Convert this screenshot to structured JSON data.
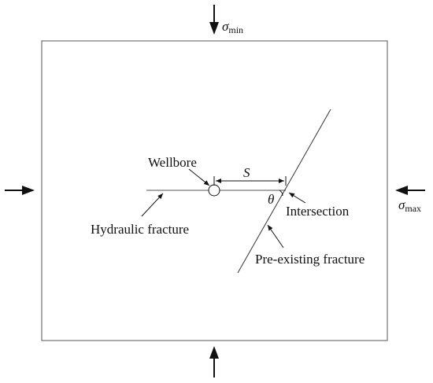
{
  "labels": {
    "sigma_min": {
      "symbol": "σ",
      "subscript": "min"
    },
    "sigma_max": {
      "symbol": "σ",
      "subscript": "max"
    },
    "wellbore": "Wellbore",
    "spacing": "S",
    "angle": "θ",
    "intersection": "Intersection",
    "hydraulic_fracture": "Hydraulic fracture",
    "preexisting_fracture": "Pre-existing fracture"
  },
  "colors": {
    "line": "#111111",
    "fracture": "#555555",
    "background": "#ffffff"
  }
}
